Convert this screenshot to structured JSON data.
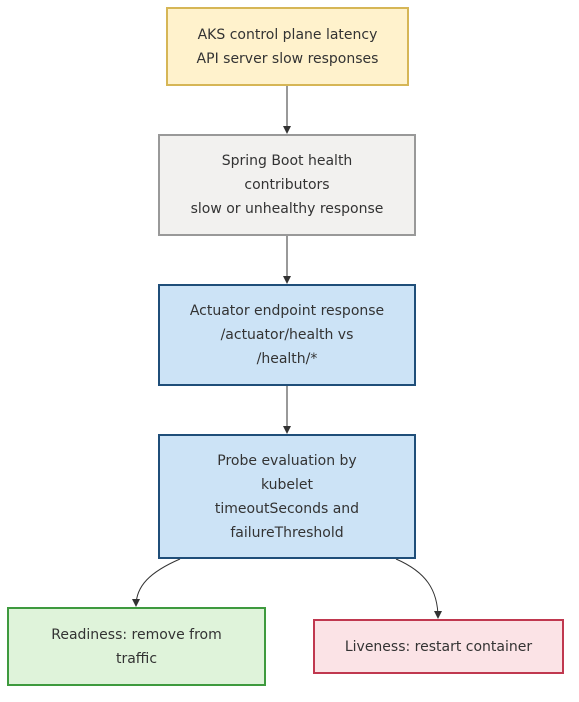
{
  "nodes": {
    "aks": {
      "lines": [
        "AKS control plane latency",
        "API server slow responses"
      ]
    },
    "spring": {
      "lines": [
        "Spring Boot health",
        "contributors",
        "slow or unhealthy response"
      ]
    },
    "actuator": {
      "lines": [
        "Actuator endpoint response",
        "/actuator/health vs",
        "/health/*"
      ]
    },
    "probe": {
      "lines": [
        "Probe evaluation by",
        "kubelet",
        "timeoutSeconds and",
        "failureThreshold"
      ]
    },
    "readiness": {
      "lines": [
        "Readiness: remove from",
        "traffic"
      ]
    },
    "liveness": {
      "lines": [
        "Liveness: restart container"
      ]
    }
  },
  "edges": [
    {
      "from": "aks",
      "to": "spring"
    },
    {
      "from": "spring",
      "to": "actuator"
    },
    {
      "from": "actuator",
      "to": "probe"
    },
    {
      "from": "probe",
      "to": "readiness"
    },
    {
      "from": "probe",
      "to": "liveness"
    }
  ],
  "colors": {
    "edge": "#333333",
    "aks_fill": "#fff2cc",
    "aks_border": "#d6b656",
    "spring_fill": "#f2f1ef",
    "spring_border": "#999999",
    "blue_fill": "#cce3f6",
    "blue_border": "#1f4e79",
    "readiness_fill": "#dff3da",
    "readiness_border": "#3e9a3e",
    "liveness_fill": "#fbe3e6",
    "liveness_border": "#c0384f"
  }
}
